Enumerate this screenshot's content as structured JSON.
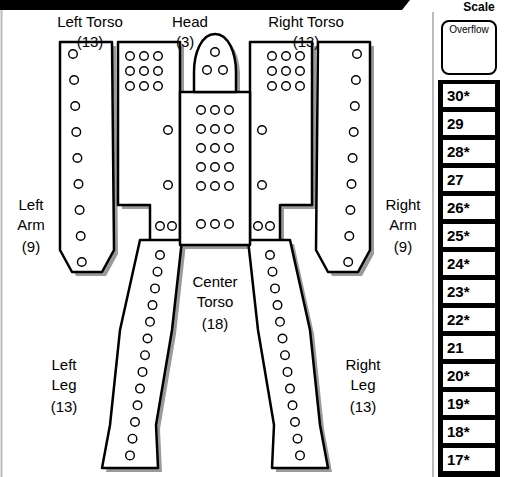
{
  "diagram": {
    "nodes": [
      {
        "text": [
          "Overflow"
        ]
      },
      {
        "text": [
          "30*"
        ]
      },
      {
        "text": [
          "29"
        ]
      },
      {
        "text": [
          "28*"
        ]
      },
      {
        "text": [
          "27"
        ]
      },
      {
        "text": [
          "26*"
        ]
      },
      {
        "text": [
          "25*"
        ]
      },
      {
        "text": [
          "24*"
        ]
      },
      {
        "text": [
          "23*"
        ]
      },
      {
        "text": [
          "22*"
        ]
      },
      {
        "text": [
          "21"
        ]
      },
      {
        "text": [
          "20*"
        ]
      },
      {
        "text": [
          "19*"
        ]
      },
      {
        "text": [
          "18*"
        ]
      },
      {
        "text": [
          "17*"
        ]
      }
    ],
    "labels": [
      "Left Torso",
      "(13)",
      "Head",
      "(3)",
      "Right Torso",
      "(13)",
      "Left Arm",
      "(9)",
      "Right Arm",
      "(9)",
      "Center Torso",
      "(18)",
      "Left Leg",
      "(13)",
      "Right Leg",
      "(13)",
      "Scale"
    ]
  }
}
